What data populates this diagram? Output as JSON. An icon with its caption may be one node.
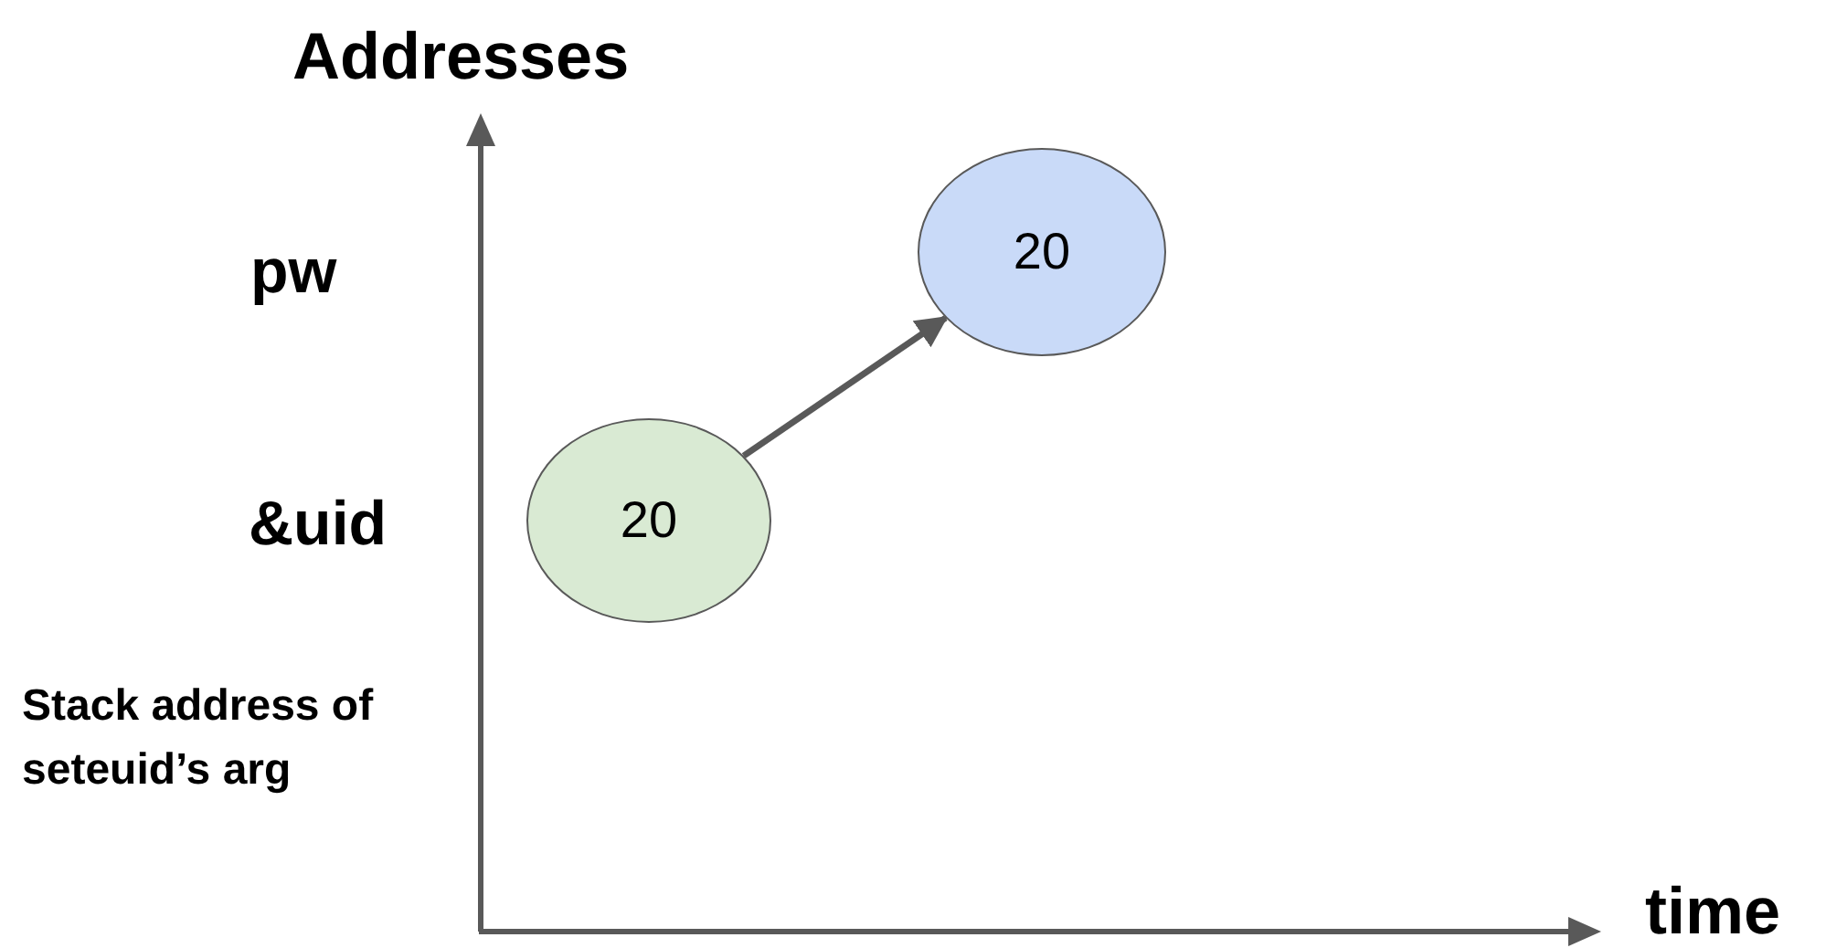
{
  "diagram": {
    "nodes": [
      {
        "text": [
          "20"
        ]
      },
      {
        "text": [
          "20"
        ]
      }
    ],
    "edges": [
      {
        "from": 0,
        "to": 1,
        "arrow": "to"
      }
    ],
    "labels": [
      "Addresses",
      "pw",
      "&uid",
      "Stack address of seteuid’s arg",
      "time"
    ]
  }
}
